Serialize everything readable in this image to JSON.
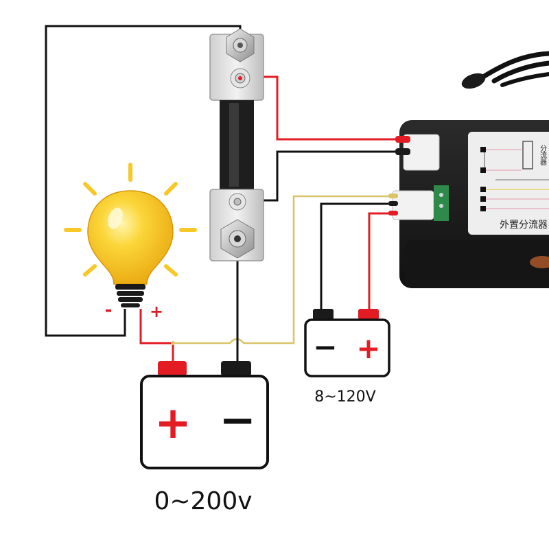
{
  "labels": {
    "main_battery_voltage": "0~200v",
    "aux_battery_voltage": "8~120V",
    "bulb_minus": "-",
    "bulb_plus": "+",
    "main_battery_plus": "+",
    "main_battery_minus": "−",
    "aux_battery_minus": "−",
    "aux_battery_plus": "+",
    "meter_external_shunt": "外置分流器",
    "meter_shunt_label": "分流器"
  },
  "colors": {
    "red_wire": "#e31b23",
    "black_wire": "#111111",
    "yellow_wire": "#d9c46a",
    "bulb_glass": "#f7c928",
    "bulb_rays": "#f7c928",
    "terminal_red": "#e31b23",
    "terminal_black": "#1a1a1a",
    "meter_body": "#1c1c1c",
    "meter_panel": "#eeeeee"
  },
  "icons": {
    "bulb": "light-bulb-icon",
    "shunt": "current-shunt-icon",
    "battery": "battery-icon",
    "meter": "panel-meter-icon",
    "probe": "temperature-probe-icon"
  }
}
